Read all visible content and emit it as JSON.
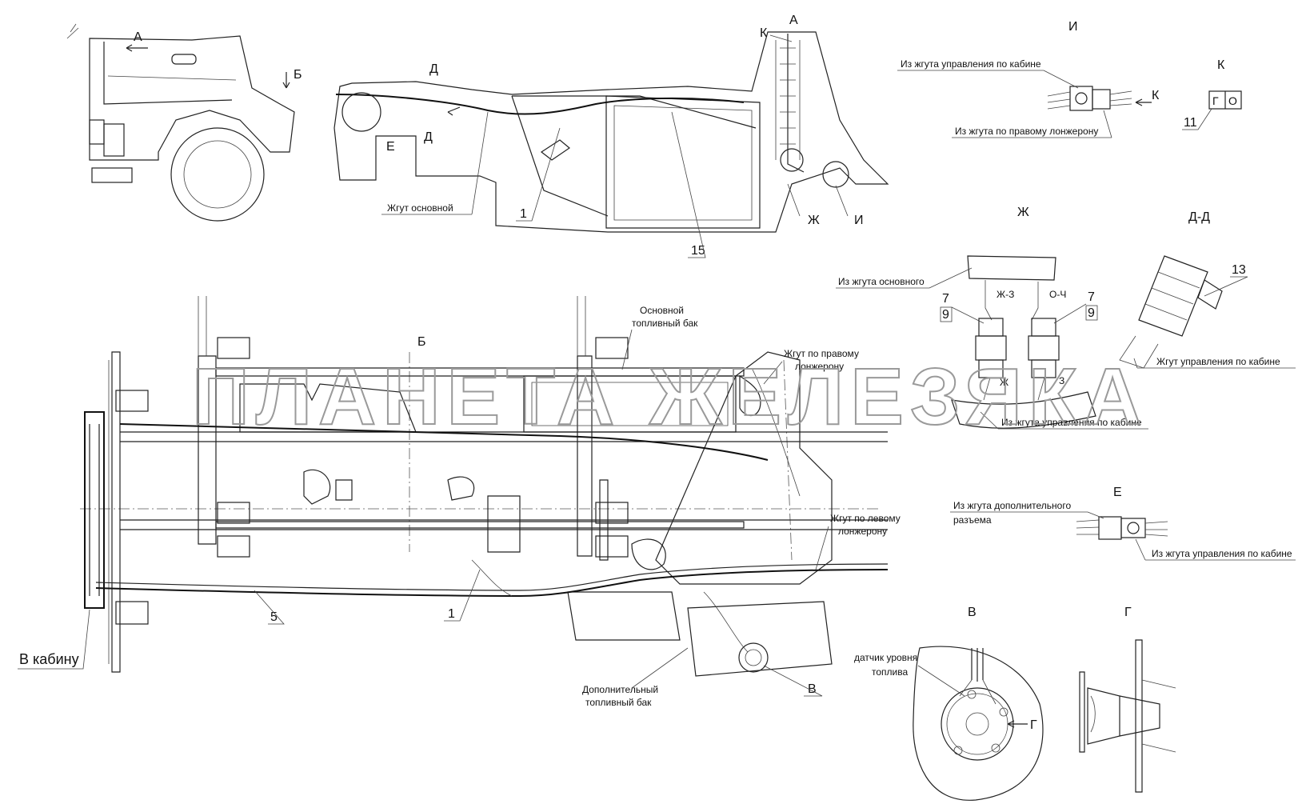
{
  "views": {
    "top_view_letters": {
      "a1": "А",
      "b1": "Б",
      "d1": "Д",
      "d2": "Д",
      "e": "Е",
      "zh": "Ж",
      "i": "И",
      "k": "К",
      "a2": "А"
    },
    "plan_letter_b": "Б",
    "detail_titles": {
      "i": "И",
      "k": "К",
      "zh": "Ж",
      "dd": "Д-Д",
      "e": "Е",
      "v": "В",
      "g": "Г"
    }
  },
  "labels": {
    "main_harness": "Жгут основной",
    "to_cabin": "В кабину",
    "main_tank_line1": "Основной",
    "main_tank_line2": "топливный бак",
    "right_rail_1_line1": "Жгут по правому",
    "right_rail_1_line2": "лонжерону",
    "right_rail_2_line1": "Жгут по левому",
    "right_rail_2_line2": "лонжерону",
    "extra_tank_line1": "Дополнительный",
    "extra_tank_line2": "топливный бак",
    "from_cabin_control": "Из жгута управления по кабине",
    "from_right_rail": "Из жгута по правому лонжерону",
    "from_main": "Из жгута основного",
    "from_cabin_control_2": "Из жгута управления по кабине",
    "cabin_control_harness": "Жгут управления по кабине",
    "from_extra_conn_line1": "Из жгута дополнительного",
    "from_extra_conn_line2": "разъема",
    "from_cabin_control_3": "Из жгута управления по кабине",
    "fuel_sensor_line1": "датчик уровня",
    "fuel_sensor_line2": "топлива",
    "wire_zh3": "Ж-З",
    "wire_och": "О-Ч",
    "wire_zh": "Ж",
    "wire_3": "З",
    "k_pin_g": "Г",
    "k_pin_o": "О",
    "arrow_g": "Г",
    "arrow_k": "К"
  },
  "numbers": {
    "n1_top": "1",
    "n15": "15",
    "n1_bottom": "1",
    "n5": "5",
    "n7a": "7",
    "n9a": "9",
    "n7b": "7",
    "n9b": "9",
    "n11": "11",
    "n13": "13",
    "label_v": "В"
  },
  "watermark": "ПЛАНЕТА ЖЕЛЕЗЯКА"
}
